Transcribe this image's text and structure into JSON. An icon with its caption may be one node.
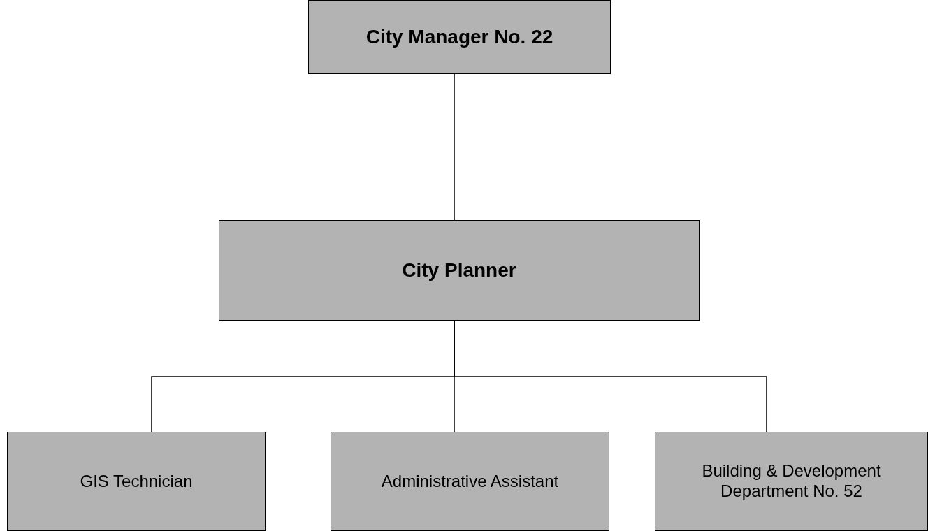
{
  "diagram": {
    "nodes": [
      {
        "text": [
          "City Manager No. 22"
        ]
      },
      {
        "text": [
          "City Planner"
        ]
      },
      {
        "text": [
          "GIS Technician"
        ]
      },
      {
        "text": [
          "Administrative Assistant"
        ]
      },
      {
        "text": [
          "Building & Development Department No. 52"
        ]
      }
    ],
    "edges": [
      {
        "from": 0,
        "to": 1,
        "arrow": "none"
      },
      {
        "from": 1,
        "to": 2,
        "arrow": "none"
      },
      {
        "from": 1,
        "to": 3,
        "arrow": "none"
      },
      {
        "from": 1,
        "to": 4,
        "arrow": "none"
      }
    ]
  }
}
